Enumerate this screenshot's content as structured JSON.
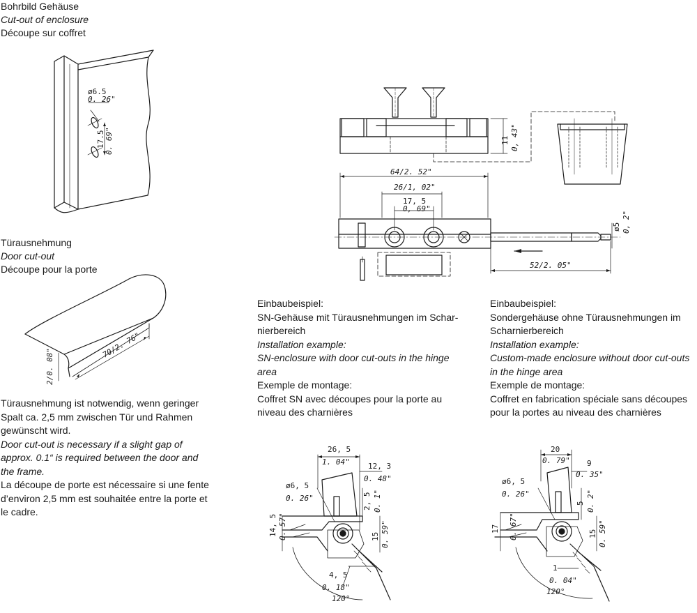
{
  "enclosure_cutout": {
    "de": "Bohrbild Gehäuse",
    "en": "Cut-out  of enclosure",
    "fr": "Découpe sur coffret",
    "dim_dia_mm": "ø6.5",
    "dim_dia_in": "0. 26\"",
    "dim_pitch_mm": "17.5",
    "dim_pitch_in": "0. 69\""
  },
  "door_cutout": {
    "de": "Türausnehmung",
    "en": "Door cut-out",
    "fr": "Découpe pour la porte",
    "dim_len": "70/2. 76\"",
    "dim_depth": "2/0. 08\""
  },
  "door_note": {
    "de_1": "Türausnehmung ist notwendig, wenn geringer",
    "de_2": "Spalt ca. 2,5 mm zwischen Tür und Rahmen",
    "de_3": "gewünscht wird.",
    "en_1": "Door cut-out is necessary if a slight gap of",
    "en_2": "approx. 0.1“ is required between the door and",
    "en_3": "the frame.",
    "fr_1": "La découpe de porte est nécessaire si une fente",
    "fr_2": "d’environ 2,5 mm est souhaitée entre la porte et",
    "fr_3": "le cadre."
  },
  "hinge_drawing": {
    "dim_height": "11",
    "dim_height_in": "0, 43\"",
    "dim_total": "64/2. 52\"",
    "dim_inner": "26/1, 02\"",
    "dim_pitch": "17, 5",
    "dim_pitch_in": "0, 69\"",
    "dim_pin_dia": "ø5",
    "dim_pin_dia_in": "0, 2\"",
    "dim_pin_len": "52/2. 05\""
  },
  "example_sn": {
    "de_head": "Einbaubeispiel:",
    "de_1": "SN-Gehäuse mit Türausnehmungen im Schar-",
    "de_2": "nierbereich",
    "en_head": "Installation example:",
    "en_1": "SN-enclosure with door cut-outs in the hinge",
    "en_2": "area",
    "fr_head": "Exemple de montage:",
    "fr_1": "Coffret SN avec découpes pour la porte au",
    "fr_2": "niveau des charnières"
  },
  "example_custom": {
    "de_head": "Einbaubeispiel:",
    "de_1": "Sondergehäuse ohne Türausnehmungen im",
    "de_2": "Scharnierbereich",
    "en_head": "Installation example:",
    "en_1": "Custom-made enclosure without door cut-outs",
    "en_2": "in the hinge area",
    "fr_head": "Exemple de montage:",
    "fr_1": "Coffret en fabrication spéciale sans découpes",
    "fr_2": "pour la portes au niveau des charnières"
  },
  "section_sn": {
    "d1": "26, 5",
    "d1i": "1. 04\"",
    "d2": "12, 3",
    "d2i": "0. 48\"",
    "d3": "ø6, 5",
    "d3i": "0. 26\"",
    "d4": "2, 5",
    "d4i": "0. 1\"",
    "d5": "14, 5",
    "d5i": "0. 57\"",
    "d6": "15",
    "d6i": "0. 59\"",
    "d7": "4, 5",
    "d7i": "0. 18\"",
    "angle": "120°"
  },
  "section_custom": {
    "d1": "20",
    "d1i": "0. 79\"",
    "d2": "9",
    "d2i": "0. 35\"",
    "d3": "ø6, 5",
    "d3i": "0. 26\"",
    "d4": "5",
    "d4i": "0. 2\"",
    "d5": "17",
    "d5i": "0. 67\"",
    "d6": "15",
    "d6i": "0. 59\"",
    "d7": "1",
    "d7i": "0. 04\"",
    "angle": "120°"
  }
}
